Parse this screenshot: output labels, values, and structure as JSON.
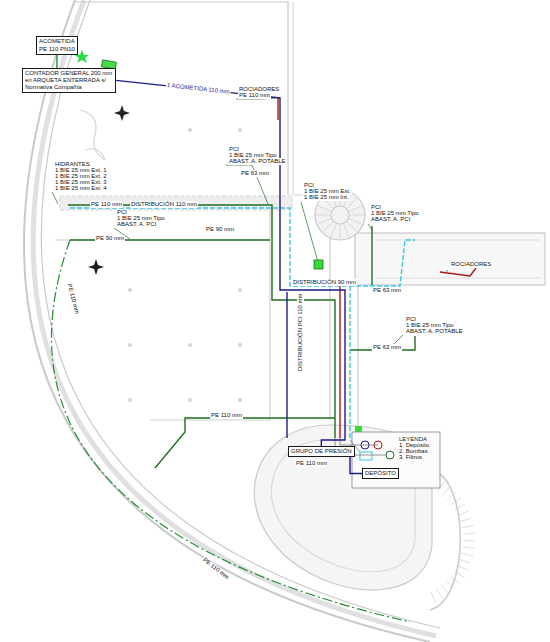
{
  "diagram": {
    "nodes": [
      {
        "text": [
          "ACOMETIDA",
          "PE 110 PN10"
        ]
      },
      {
        "text": [
          "CONTADOR GENERAL 200 mm en ARQUETA ENTERRADA s/ Normativa Compañía"
        ]
      },
      {
        "text": [
          "GRUPO DE PRESIÓN"
        ]
      },
      {
        "text": [
          "DEPÓSITO"
        ]
      }
    ],
    "edges": [
      {
        "from": 0,
        "to": 1,
        "arrow": "none"
      },
      {
        "from": 1,
        "to": 2,
        "label": "1 ACOMETIDA 110 mm",
        "arrow": "none"
      },
      {
        "from": 2,
        "to": 3,
        "arrow": "none"
      }
    ],
    "labels": [
      "ROCIADORES",
      "PE 110 mm",
      "PCI",
      "1 BIE 25 mm Tipo",
      "ABAST. A. POTABLE",
      "PE 63 mm",
      "HIDRANTES",
      "1 BIE 25 mm Ext. 1",
      "1 BIE 25 mm Ext. 2",
      "1 BIE 25 mm Ext. 3",
      "1 BIE 25 mm Ext. 4",
      "PE 110 mm",
      "DISTRIBUCIÓN 110 mm",
      "PCI",
      "1 BIE 25 mm Tipo",
      "ABAST. A. PCI",
      "PE 90 mm",
      "PE 90 mm",
      "PCI",
      "1 BIE 25 mm Ext.",
      "1 BIE 25 mm Int.",
      "PCI",
      "1 BIE 25 mm Tipo",
      "ABAST. A. PCI",
      "DISTRIBUCIÓN 90 mm",
      "PE 63 mm",
      "ROCIADORES",
      "PCI",
      "1 BIE 25 mm Tipo",
      "ABAST. A. POTABLE",
      "PE 63 mm",
      "DISTRIBUCIÓN PCI 110 mm",
      "PE 110 mm",
      "PE 110 mm",
      "PE 110 mm",
      "PE 110 mm",
      "LEYENDA",
      "1. Depósito",
      "2. Bombas",
      "3. Filtros"
    ]
  }
}
